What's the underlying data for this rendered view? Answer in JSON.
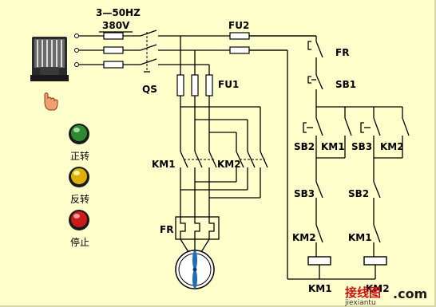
{
  "supply": {
    "label_freq": "3—50HZ",
    "label_voltage": "380V"
  },
  "switch_qs": {
    "label": "QS"
  },
  "fuse_fu1": {
    "label": "FU1"
  },
  "fuse_fu2": {
    "label": "FU2"
  },
  "contactor_km1": {
    "label": "KM1"
  },
  "contactor_km2": {
    "label": "KM2"
  },
  "thermal_fr_main": {
    "label": "FR"
  },
  "control": {
    "fr_label": "FR",
    "sb1_label": "SB1",
    "sb2_label": "SB2",
    "sb3_label": "SB3",
    "km1_hold_label": "KM1",
    "km2_hold_label": "KM2",
    "sb3_interlock_label": "SB3",
    "sb2_interlock_label": "SB2",
    "km2_interlock_label": "KM2",
    "km1_interlock_label": "KM1",
    "coil_km1_label": "KM1",
    "coil_km2_label": "KM2"
  },
  "buttons": {
    "forward": {
      "label": "正转",
      "color": "#2f8a2f"
    },
    "reverse": {
      "label": "反转",
      "color": "#e0b000"
    },
    "stop": {
      "label": "停止",
      "color": "#cc1a1a"
    }
  },
  "watermark": {
    "brand_cn": "接线图",
    "brand_dot_com": ".com",
    "brand_pinyin": "jiexiantu"
  }
}
